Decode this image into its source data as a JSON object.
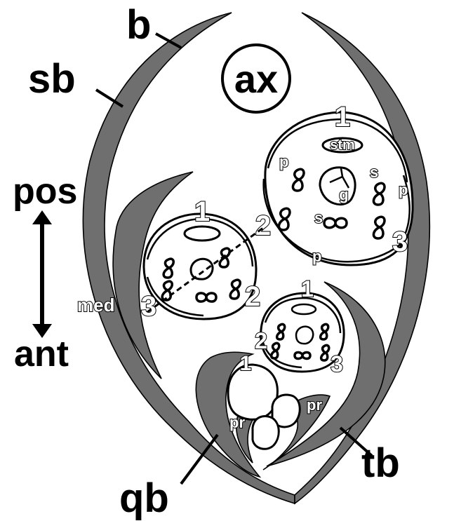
{
  "labels": {
    "b": "b",
    "sb": "sb",
    "ax": "ax",
    "pos": "pos",
    "ant": "ant",
    "tb": "tb",
    "qb": "qb",
    "med": "med",
    "stm": "stm",
    "g": "g",
    "s": "s",
    "p": "p",
    "pr": "pr"
  },
  "numbers": {
    "one": "1",
    "two": "2",
    "three": "3"
  },
  "colors": {
    "bract_fill": "#6f6f6f",
    "line": "#000000",
    "background": "#ffffff"
  }
}
